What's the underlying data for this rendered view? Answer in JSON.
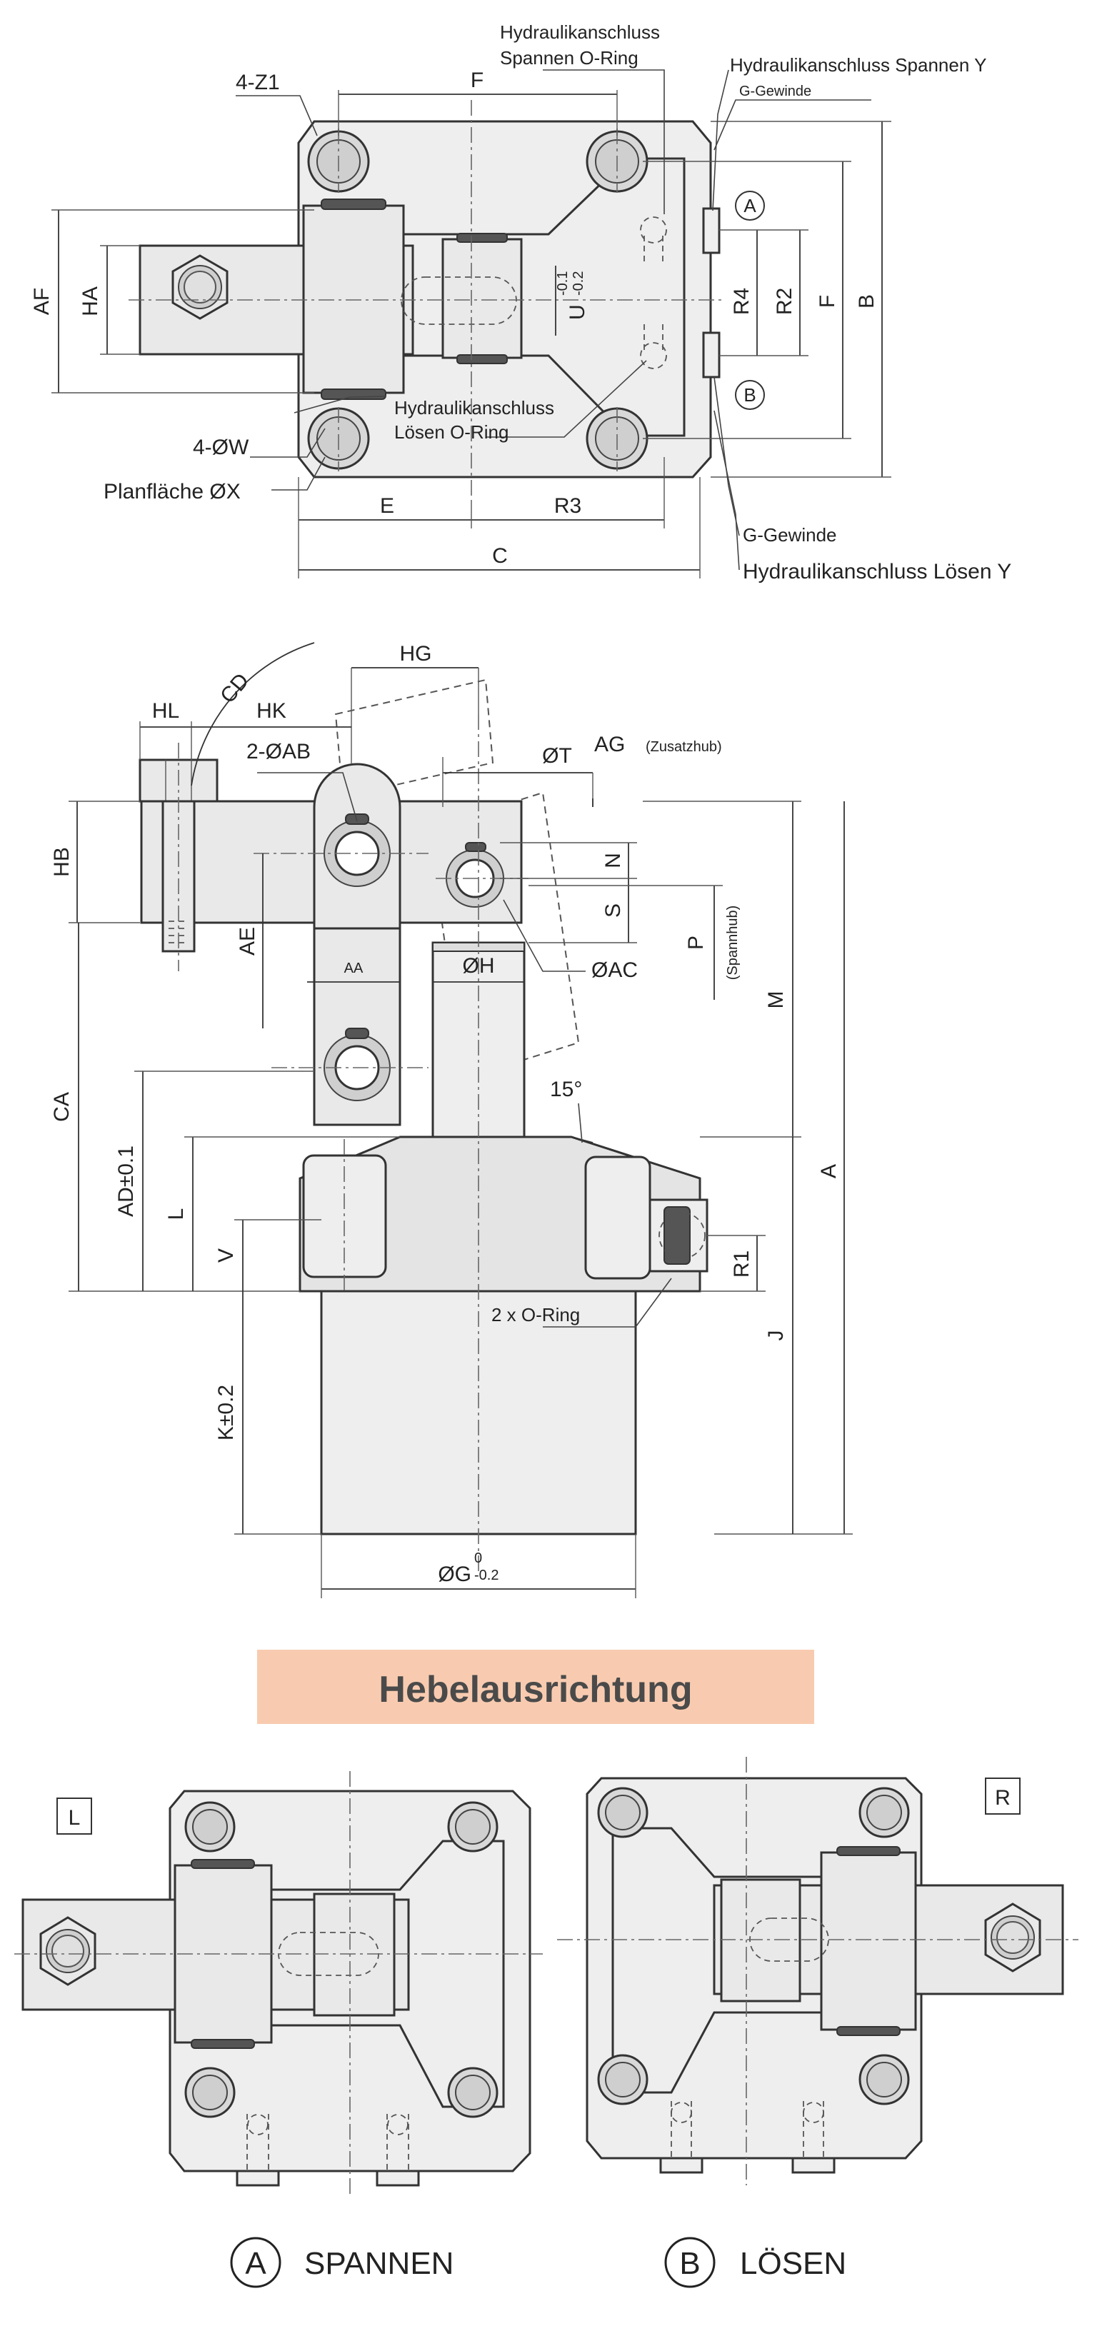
{
  "top_view": {
    "labels": {
      "z1": "4-Z1",
      "f_top": "F",
      "port_a_oring_line1": "Hydraulikanschluss",
      "port_a_oring_line2": "Spannen O-Ring",
      "port_a_y": "Hydraulikanschluss Spannen Y",
      "g_gewinde_top": "G-Gewinde",
      "af": "AF",
      "ha": "HA",
      "u": "U",
      "u_tol_upper": "-0.1",
      "u_tol_lower": "-0.2",
      "r4": "R4",
      "r2": "R2",
      "f_right": "F",
      "b": "B",
      "port_b_oring_line1": "Hydraulikanschluss",
      "port_b_oring_line2": "Lösen O-Ring",
      "w": "4-ØW",
      "x": "Planfläche ØX",
      "e": "E",
      "r3": "R3",
      "c": "C",
      "g_gewinde_bottom": "G-Gewinde",
      "port_b_y": "Hydraulikanschluss Lösen Y",
      "circle_a": "A",
      "circle_b": "B"
    }
  },
  "side_view": {
    "labels": {
      "hg": "HG",
      "hl": "HL",
      "cd": "CD",
      "hk": "HK",
      "ab": "2-ØAB",
      "t": "ØT",
      "ag": "AG",
      "ag_note": "(Zusatzhub)",
      "hb": "HB",
      "n": "N",
      "s": "S",
      "p": "P",
      "spannhub": "(Spannhub)",
      "ae": "AE",
      "aa": "AA",
      "h": "ØH",
      "ac": "ØAC",
      "m": "M",
      "ca": "CA",
      "angle": "15°",
      "a": "A",
      "ad": "AD±0.1",
      "l": "L",
      "v": "V",
      "r1": "R1",
      "oring": "2 x O-Ring",
      "j": "J",
      "k": "K±0.2",
      "g": "ØG",
      "g_tol_upper": "0",
      "g_tol_lower": "-0.2"
    }
  },
  "orientation": {
    "title": "Hebelausrichtung",
    "banner_color": "#f8cbb0",
    "left_tag": "L",
    "right_tag": "R"
  },
  "legend": {
    "a_symbol": "A",
    "a_label": "SPANNEN",
    "b_symbol": "B",
    "b_label": "LÖSEN"
  }
}
